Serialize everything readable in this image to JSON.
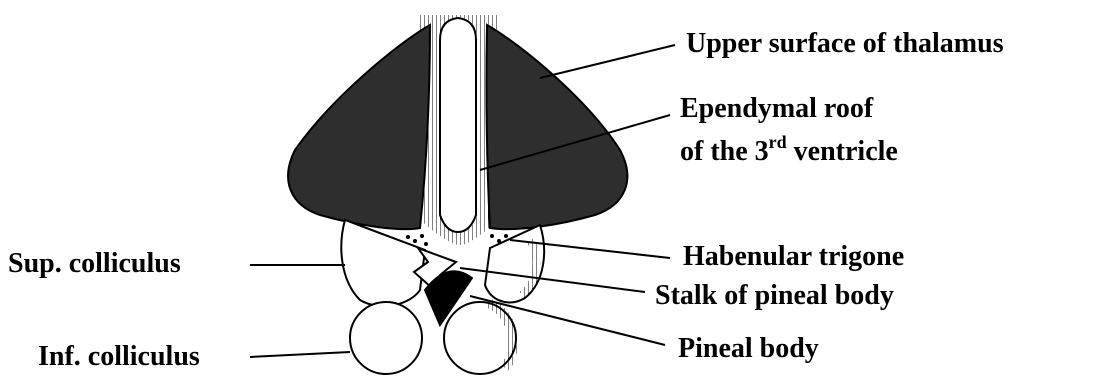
{
  "labels": {
    "thalamus": "Upper surface of thalamus",
    "ependymal_line1": "Ependymal roof",
    "ependymal_line2_pre": "of the 3",
    "ependymal_line2_sup": "rd",
    "ependymal_line2_post": " ventricle",
    "sup_colliculus": "Sup. colliculus",
    "habenular": "Habenular trigone",
    "stalk": "Stalk of pineal body",
    "inf_colliculus": "Inf. colliculus",
    "pineal": "Pineal body"
  },
  "colors": {
    "ink": "#000000",
    "thalamus_fill": "#2e2e2e",
    "background": "#ffffff"
  }
}
